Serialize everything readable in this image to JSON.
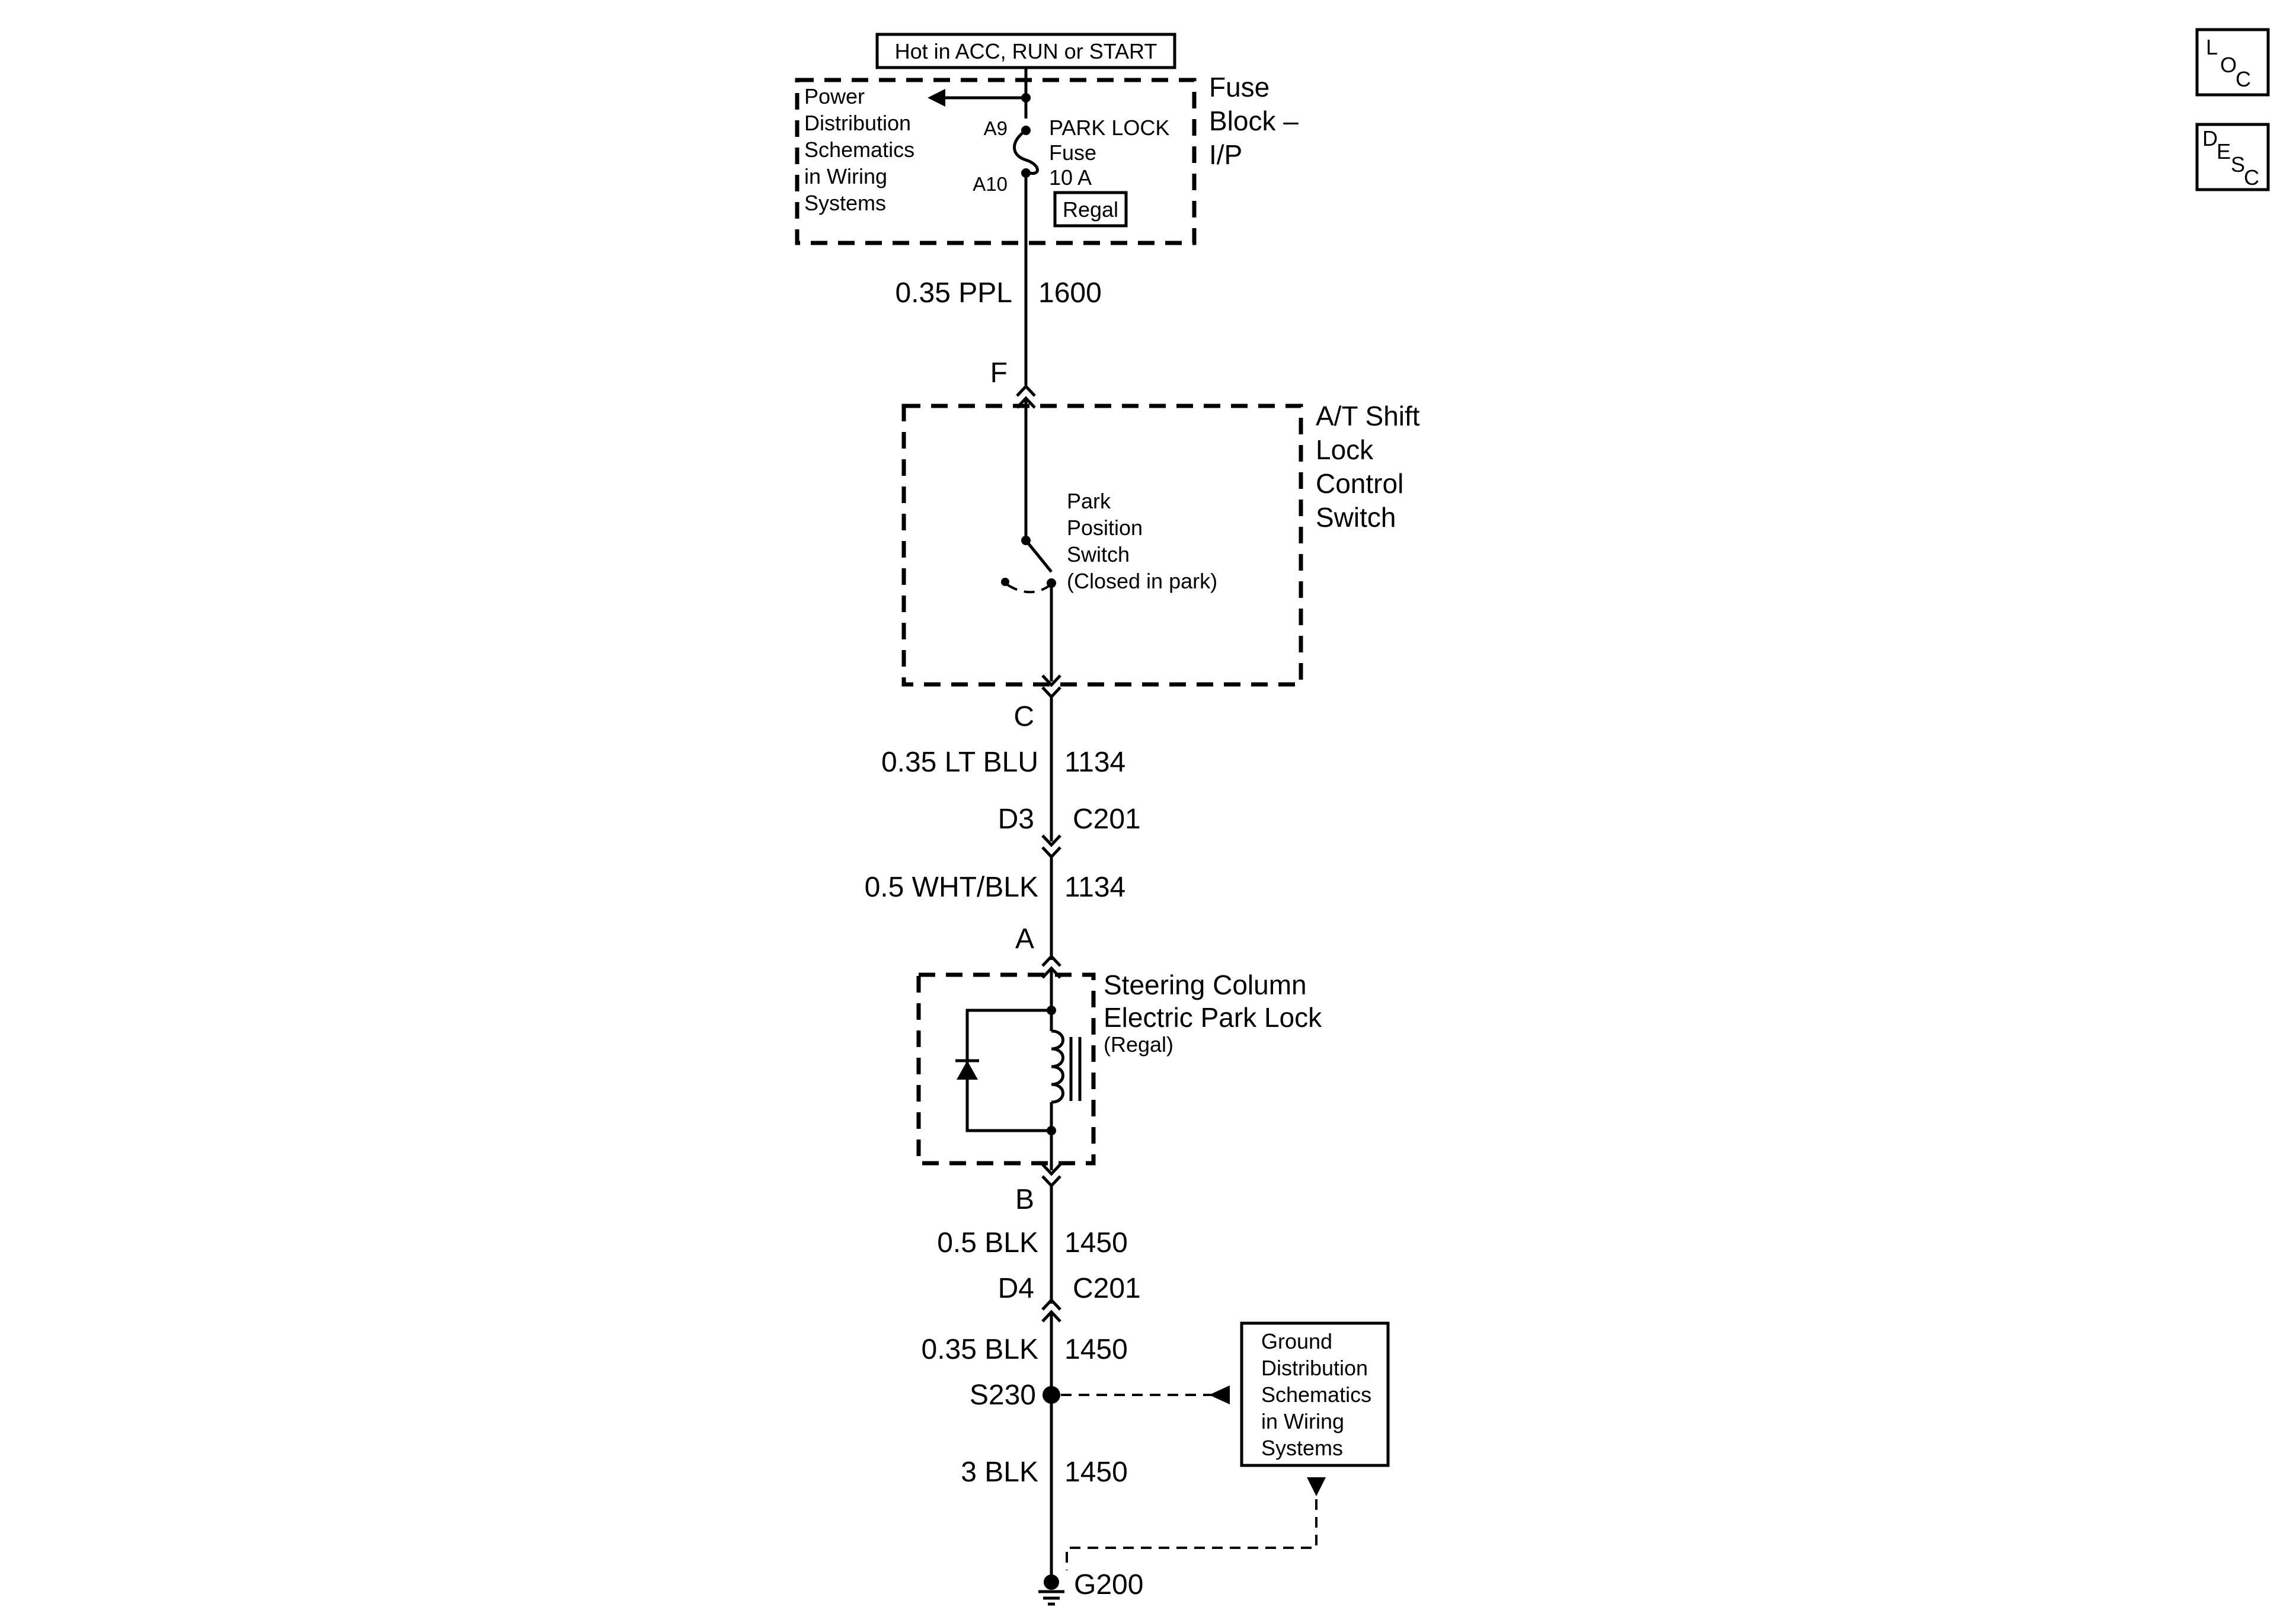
{
  "power_label": "Hot in ACC, RUN or START",
  "fuse_block": {
    "title": [
      "Fuse",
      "Block –",
      "I/P"
    ],
    "power_dist_ref": [
      "Power",
      "Distribution",
      "Schematics",
      "in Wiring",
      "Systems"
    ],
    "pin_in": "A9",
    "pin_out": "A10",
    "fuse_label": [
      "PARK LOCK",
      "Fuse",
      "10 A"
    ],
    "variant_badge": "Regal"
  },
  "wires": {
    "w1600": {
      "gauge_color": "0.35 PPL",
      "circuit": "1600"
    },
    "w1134a": {
      "gauge_color": "0.35 LT BLU",
      "circuit": "1134"
    },
    "w1134b": {
      "gauge_color": "0.5 WHT/BLK",
      "circuit": "1134"
    },
    "w1450a": {
      "gauge_color": "0.5 BLK",
      "circuit": "1450"
    },
    "w1450b": {
      "gauge_color": "0.35 BLK",
      "circuit": "1450"
    },
    "w1450c": {
      "gauge_color": "3 BLK",
      "circuit": "1450"
    }
  },
  "connectors": {
    "pin_f": "F",
    "pin_c": "C",
    "c201_d3_pin": "D3",
    "c201_d3_name": "C201",
    "pin_a": "A",
    "pin_b": "B",
    "c201_d4_pin": "D4",
    "c201_d4_name": "C201"
  },
  "shift_lock_switch": {
    "title": [
      "A/T Shift",
      "Lock",
      "Control",
      "Switch"
    ],
    "switch_label": [
      "Park",
      "Position",
      "Switch",
      "(Closed in park)"
    ]
  },
  "park_lock": {
    "title": [
      "Steering Column",
      "Electric Park Lock"
    ],
    "variant": "(Regal)"
  },
  "splice": "S230",
  "ground": "G200",
  "ground_dist_ref": [
    "Ground",
    "Distribution",
    "Schematics",
    "in Wiring",
    "Systems"
  ],
  "corner_icons": {
    "loc": {
      "l1": "L",
      "l2": "O",
      "l3": "C"
    },
    "desc": {
      "l1": "D",
      "l2": "E",
      "l3": "S",
      "l4": "C"
    }
  }
}
